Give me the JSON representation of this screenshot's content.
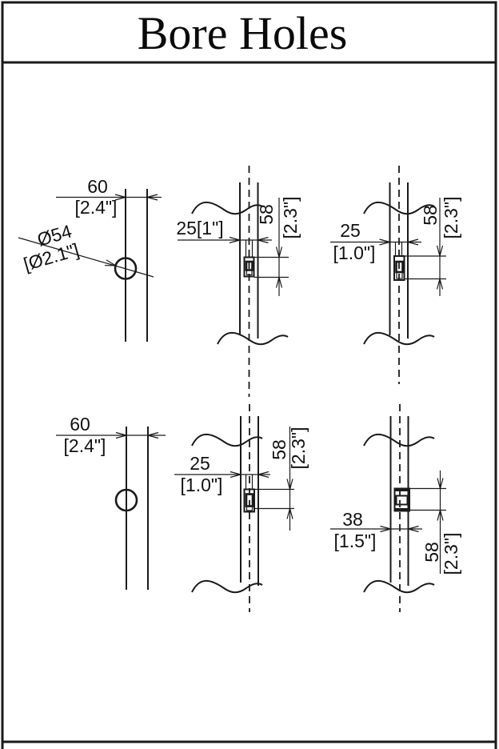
{
  "title": "Bore Holes",
  "colors": {
    "ink": "#1a1a1a",
    "background": "#ffffff"
  },
  "diagrams": {
    "top_left": {
      "width_mm": "60",
      "width_in": "[2.4\"]",
      "diameter_mm": "Ø54",
      "diameter_in": "[Ø2.1\"]"
    },
    "top_middle": {
      "backset_label": "25[1\"]",
      "height_mm": "58",
      "height_in": "[2.3\"]"
    },
    "top_right": {
      "backset_mm": "25",
      "backset_in": "[1.0\"]",
      "height_mm": "58",
      "height_in": "[2.3\"]"
    },
    "bottom_left": {
      "width_mm": "60",
      "width_in": "[2.4\"]"
    },
    "bottom_middle": {
      "backset_mm": "25",
      "backset_in": "[1.0\"]",
      "height_mm": "58",
      "height_in": "[2.3\"]"
    },
    "bottom_right": {
      "backset_mm": "38",
      "backset_in": "[1.5\"]",
      "height_mm": "58",
      "height_in": "[2.3\"]"
    }
  }
}
